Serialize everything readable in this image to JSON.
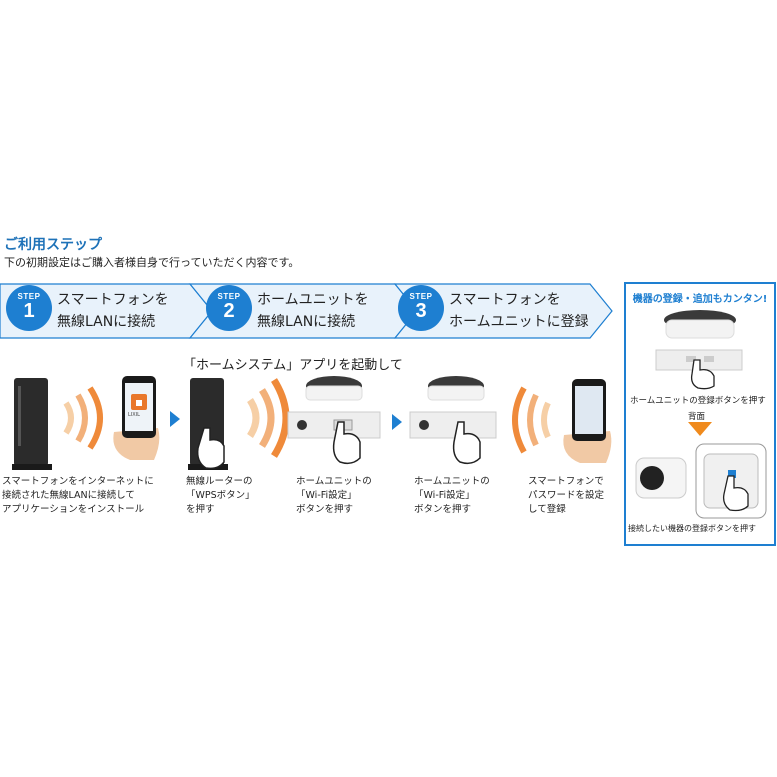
{
  "header": {
    "title": "ご利用ステップ",
    "subtitle": "下の初期設定はご購入者様自身で行っていただく内容です。"
  },
  "steps": [
    {
      "badge_label": "STEP",
      "number": "1",
      "line1": "スマートフォンを",
      "line2": "無線LANに接続"
    },
    {
      "badge_label": "STEP",
      "number": "2",
      "line1": "ホームユニットを",
      "line2": "無線LANに接続"
    },
    {
      "badge_label": "STEP",
      "number": "3",
      "line1": "スマートフォンを",
      "line2": "ホームユニットに登録"
    }
  ],
  "app_caption": "「ホームシステム」アプリを起動して",
  "phone_app_label": "LIXIL",
  "descriptions": [
    {
      "l1": "スマートフォンをインターネットに",
      "l2": "接続された無線LANに接続して",
      "l3": "アプリケーションをインストール"
    },
    {
      "l1": "無線ルーターの",
      "l2": "「WPSボタン」",
      "l3": "を押す"
    },
    {
      "l1": "ホームユニットの",
      "l2": "「Wi-Fi設定」",
      "l3": "ボタンを押す"
    },
    {
      "l1": "ホームユニットの",
      "l2": "「Wi-Fi設定」",
      "l3": "ボタンを押す"
    },
    {
      "l1": "スマートフォンで",
      "l2": "パスワードを設定",
      "l3": "して登録"
    }
  ],
  "right_panel": {
    "heading": "機器の登録・追加もカンタン!",
    "unit_caption": "ホームユニットの登録ボタンを押す",
    "back_label": "背面",
    "device_caption": "接続したい機器の登録ボタンを押す"
  },
  "colors": {
    "accent_blue": "#1e7fd1",
    "wave_orange": "#ef8a3a",
    "arrow_orange": "#f08a1c"
  }
}
